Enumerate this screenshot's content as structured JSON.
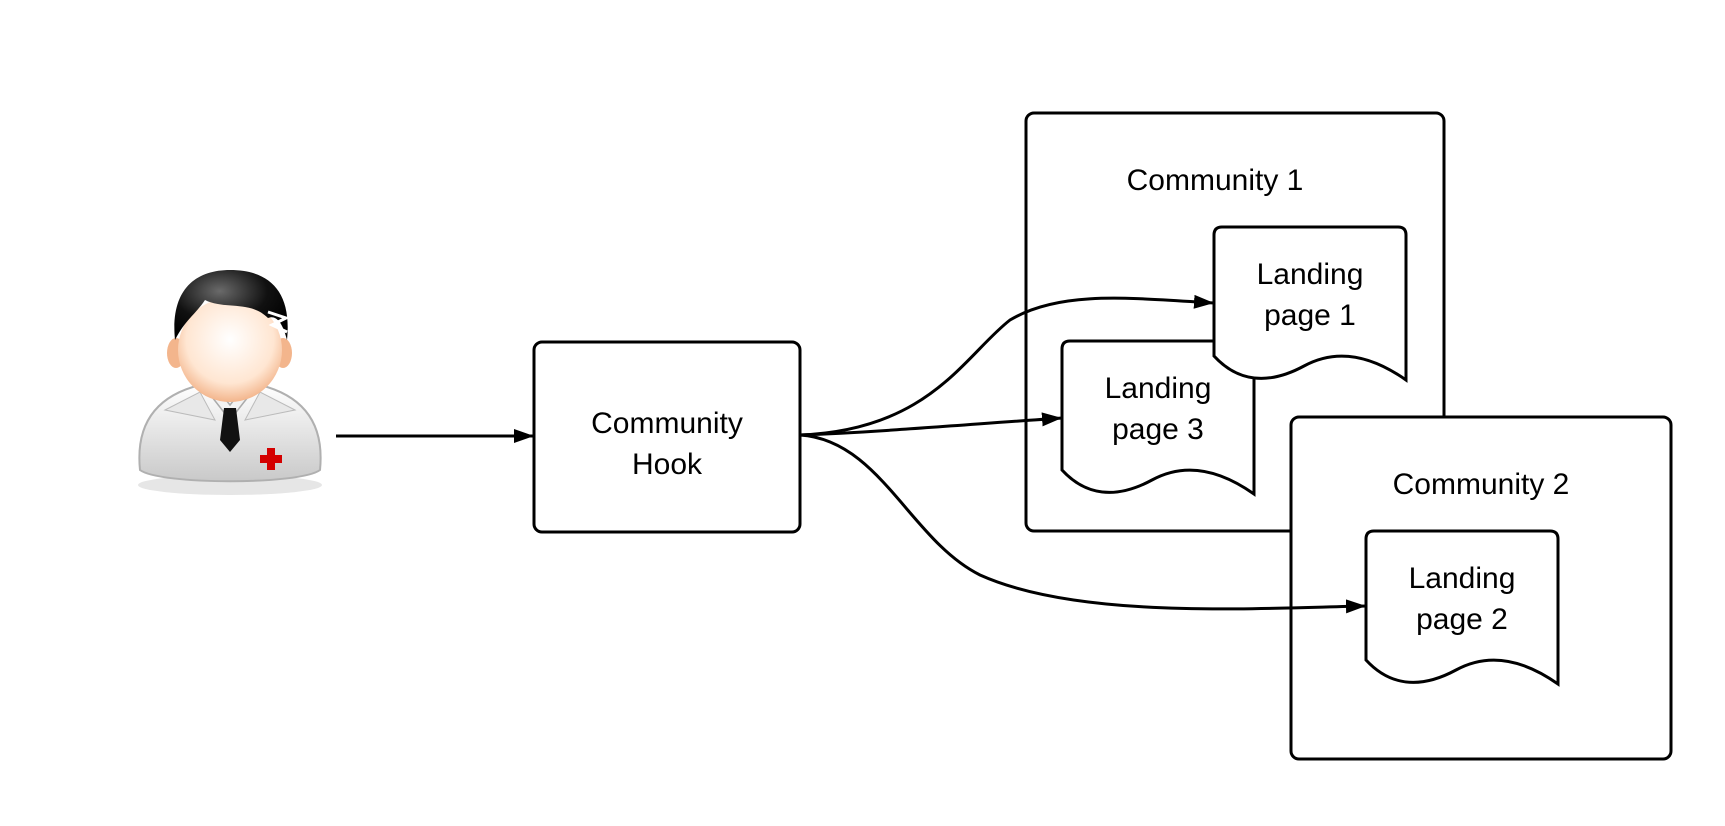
{
  "nodes": {
    "hook": {
      "line1": "Community",
      "line2": "Hook"
    },
    "community1": {
      "label": "Community 1"
    },
    "community2": {
      "label": "Community 2"
    },
    "landing1": {
      "line1": "Landing",
      "line2": "page 1"
    },
    "landing2": {
      "line1": "Landing",
      "line2": "page 2"
    },
    "landing3": {
      "line1": "Landing",
      "line2": "page 3"
    }
  },
  "user": {
    "icon": "doctor-user-icon"
  },
  "colors": {
    "stroke": "#000000",
    "background": "#ffffff",
    "cross": "#d40000"
  }
}
